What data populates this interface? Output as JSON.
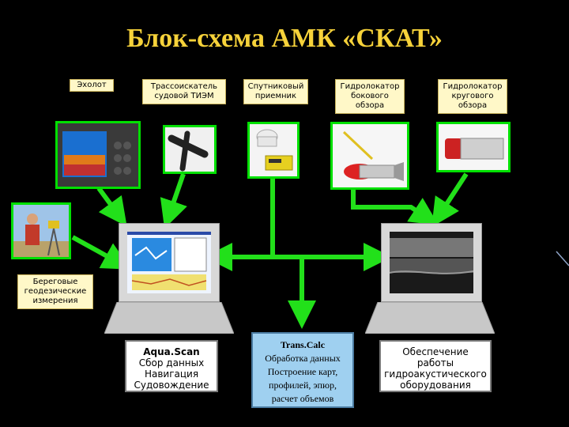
{
  "title": "Блок-схема АМК «СКАТ»",
  "top_labels": {
    "echo": "Эхолот",
    "tracker": "Трассоискатель судовой ТИЭМ",
    "gps": "Спутниковый приемник",
    "side_sonar": "Гидролокатор бокового обзора",
    "circ_sonar": "Гидролокатор кругового обзора"
  },
  "left_label": "Береговые геодезические измерения",
  "bottom": {
    "aquascan_title": "Aqua.Scan",
    "aquascan_lines": [
      "Сбор данных",
      "Навигация",
      "Судовождение"
    ],
    "transcalc_title": "Trans.Calc",
    "transcalc_lines": [
      "Обработка данных",
      "Построение карт,",
      "профилей, эпюр,",
      "расчет объемов"
    ],
    "support": "Обеспечение работы гидроакустического оборудования"
  },
  "colors": {
    "arrow": "#22e01a",
    "title": "#f6d23a",
    "label_bg": "#fff8c8",
    "blue_box": "#9fd0f0"
  }
}
